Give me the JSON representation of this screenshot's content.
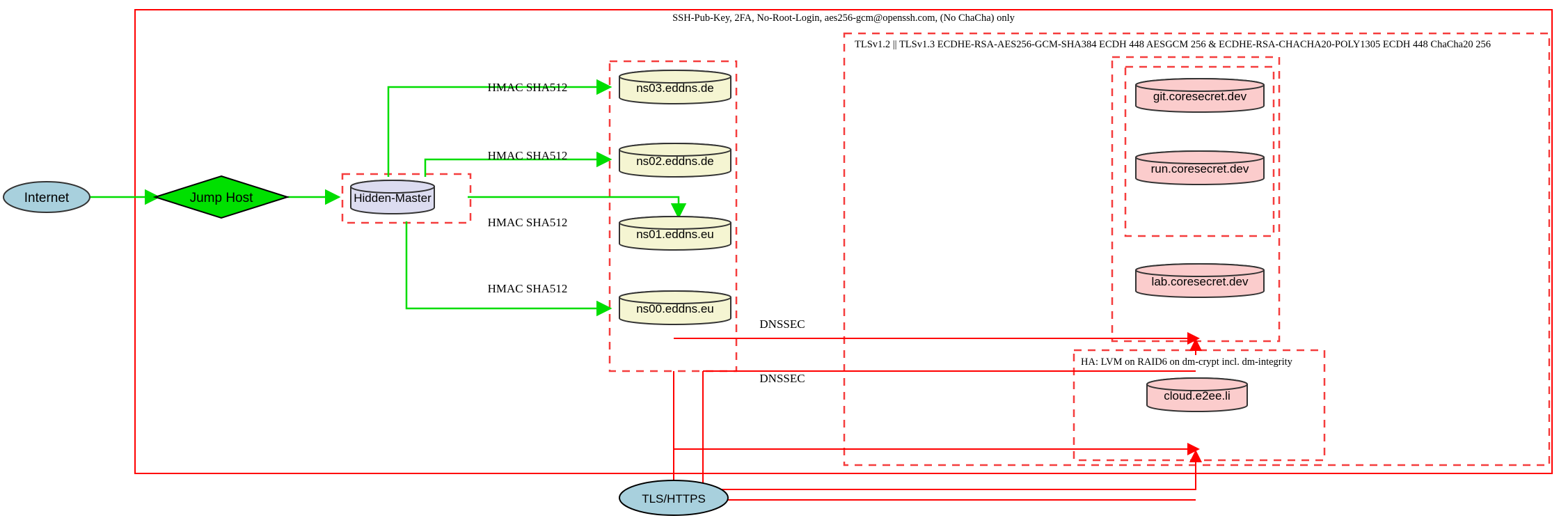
{
  "diagram": {
    "title_labels": {
      "ssh_policy": "SSH-Pub-Key, 2FA, No-Root-Login, aes256-gcm@openssh.com, (No ChaCha) only",
      "tls_policy": "TLSv1.2 || TLSv1.3 ECDHE-RSA-AES256-GCM-SHA384 ECDH 448 AESGCM 256 & ECDHE-RSA-CHACHA20-POLY1305 ECDH 448 ChaCha20 256",
      "ha_policy": "HA: LVM on RAID6 on dm-crypt incl. dm-integrity"
    },
    "nodes": {
      "internet": "Internet",
      "jump_host": "Jump Host",
      "hidden_master": "Hidden-Master",
      "ns03": "ns03.eddns.de",
      "ns02": "ns02.eddns.de",
      "ns01": "ns01.eddns.eu",
      "ns00": "ns00.eddns.eu",
      "git": "git.coresecret.dev",
      "run": "run.coresecret.dev",
      "lab": "lab.coresecret.dev",
      "cloud": "cloud.e2ee.li",
      "tls_https": "TLS/HTTPS"
    },
    "edge_labels": {
      "hmac_ns03": "HMAC SHA512",
      "hmac_ns02": "HMAC SHA512",
      "hmac_ns01": "HMAC SHA512",
      "hmac_ns00": "HMAC SHA512",
      "dnssec_upper": "DNSSEC",
      "dnssec_lower": "DNSSEC"
    },
    "colors": {
      "boundary_red": "#ff0000",
      "dashed_red": "#f53d3d",
      "edge_green": "#00dd00",
      "edge_red": "#ff0000",
      "node_blue_fill": "#a8d0dd",
      "node_green_fill": "#00e000",
      "node_lavender_fill": "#dcdcf0",
      "node_yellow_fill": "#f5f5d2",
      "node_pink_fill": "#fbcccc",
      "stroke_dark": "#333333"
    }
  }
}
